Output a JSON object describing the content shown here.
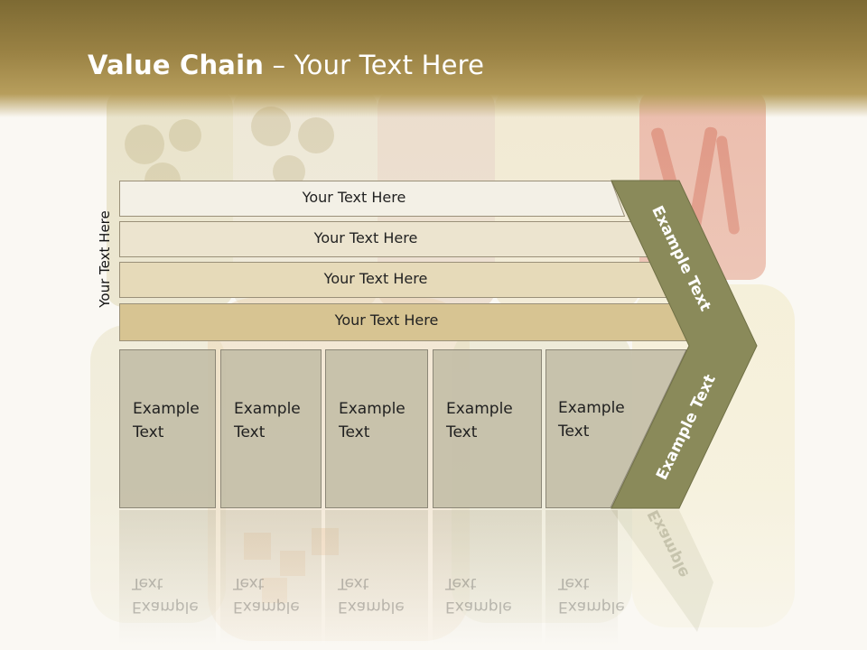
{
  "title": {
    "bold": "Value Chain",
    "rest": " – Your Text Here"
  },
  "vertical_label": "Your Text Here",
  "rows": [
    {
      "label": "Your Text Here",
      "color": "#f3f0e6"
    },
    {
      "label": "Your Text Here",
      "color": "#ece4cf"
    },
    {
      "label": "Your Text Here",
      "color": "#e6dab9"
    },
    {
      "label": "Your Text Here",
      "color": "#d7c492"
    }
  ],
  "cells": [
    {
      "line1": "Example",
      "line2": "Text"
    },
    {
      "line1": "Example",
      "line2": "Text"
    },
    {
      "line1": "Example",
      "line2": "Text"
    },
    {
      "line1": "Example",
      "line2": "Text"
    },
    {
      "line1": "Example",
      "line2": "Text"
    }
  ],
  "chevron": {
    "top_label": "Example Text",
    "bottom_label": "Example Text",
    "color": "#8a8a5a"
  },
  "colors": {
    "header": "#8f7a3c",
    "cell": "#c4bea8"
  }
}
